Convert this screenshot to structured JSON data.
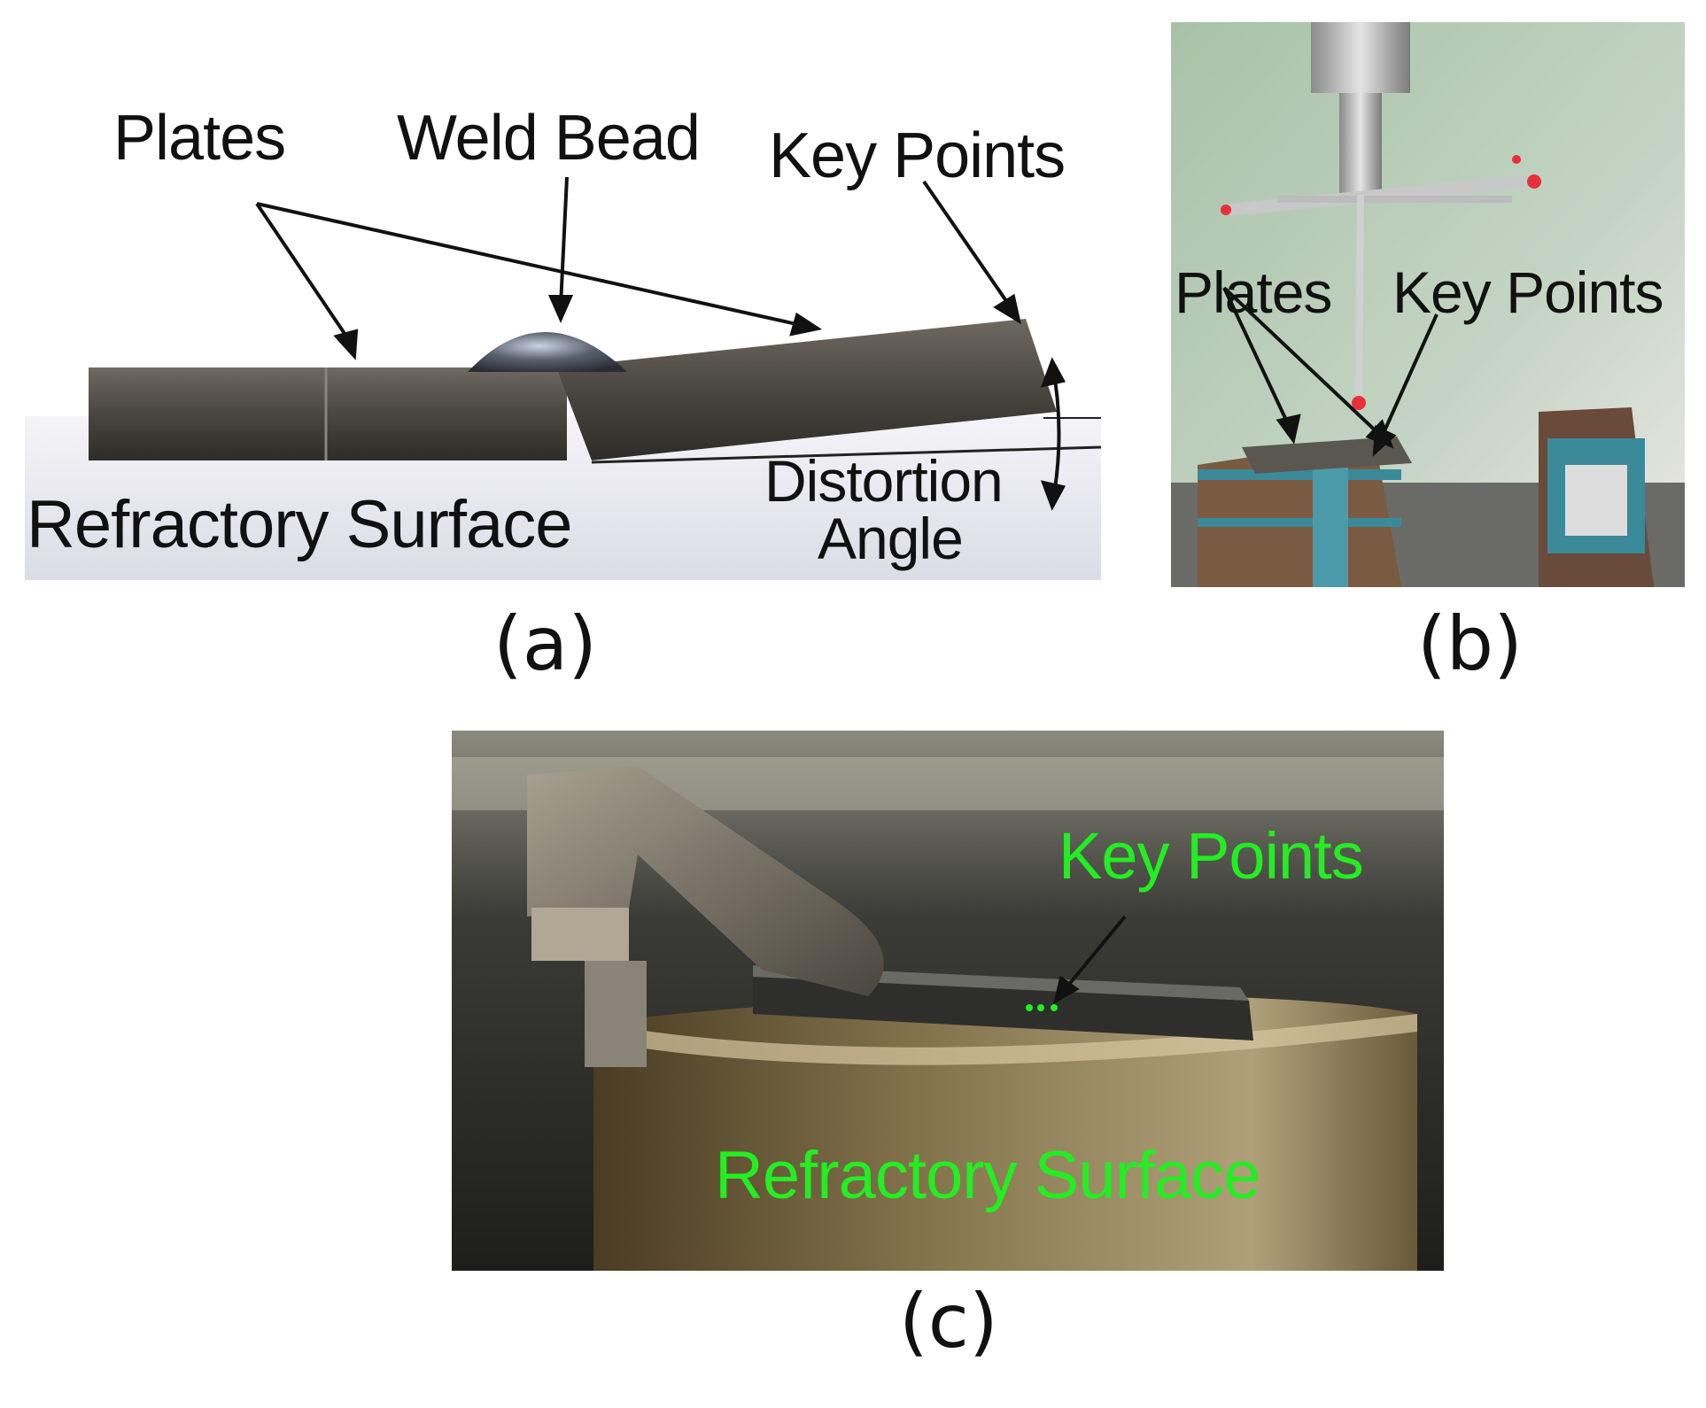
{
  "panels": {
    "a": {
      "caption": "(a)",
      "labels": {
        "plates": "Plates",
        "weld_bead": "Weld Bead",
        "key_points": "Key Points",
        "refractory_surface": "Refractory Surface",
        "distortion_line1": "Distortion",
        "distortion_line2": "Angle"
      }
    },
    "b": {
      "caption": "(b)",
      "labels": {
        "plates": "Plates",
        "key_points": "Key Points"
      }
    },
    "c": {
      "caption": "(c)",
      "labels": {
        "key_points": "Key Points",
        "refractory_surface": "Refractory Surface"
      }
    }
  },
  "colors": {
    "label_dark": "#111111",
    "label_green": "#22ee22",
    "probe_tip": "#e8303a"
  }
}
